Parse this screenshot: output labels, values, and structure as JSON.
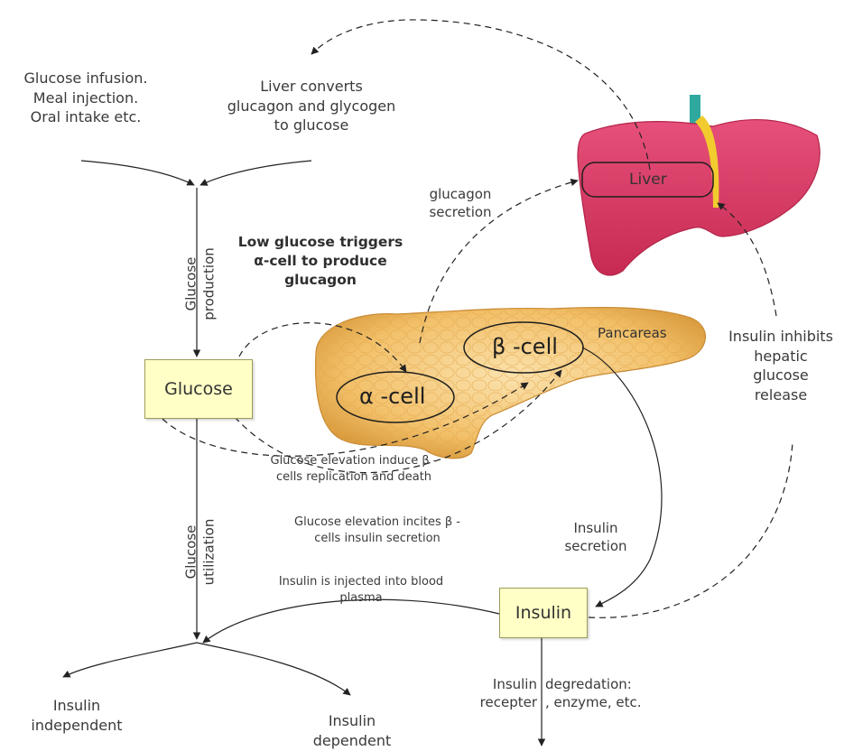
{
  "inputs": {
    "line1": "Glucose infusion.",
    "line2": "Meal injection.",
    "line3": "Oral intake etc."
  },
  "liver_converts": {
    "line1": "Liver converts",
    "line2": "glucagon and glycogen",
    "line3": "to glucose"
  },
  "liver": {
    "label": "Liver"
  },
  "glucagon_secretion": {
    "line1": "glucagon",
    "line2": "secretion"
  },
  "glucose_production": {
    "line1": "Glucose",
    "line2": "production"
  },
  "low_glucose": {
    "line1": "Low glucose triggers",
    "line2": "α-cell to produce",
    "line3": "glucagon"
  },
  "pancreas": {
    "label": "Pancareas"
  },
  "beta_cell": {
    "label": "β -cell"
  },
  "alpha_cell": {
    "label": "α -cell"
  },
  "glucose_box": {
    "label": "Glucose"
  },
  "insulin_inhibits": {
    "line1": "Insulin inhibits",
    "line2": "hepatic",
    "line3": "glucose",
    "line4": "release"
  },
  "replication": {
    "line1": "Glucose elevation induce β -",
    "line2": "cells replication and death"
  },
  "incites": {
    "line1": "Glucose elevation incites β -",
    "line2": "cells insulin secretion"
  },
  "glucose_utilization": {
    "line1": "Glucose",
    "line2": "utilization"
  },
  "insulin_secretion": {
    "line1": "Insulin",
    "line2": "secretion"
  },
  "injected": {
    "line1": "Insulin is injected into blood",
    "line2": "plasma"
  },
  "insulin_box": {
    "label": "Insulin"
  },
  "outputs": {
    "independent_line1": "Insulin",
    "independent_line2": "independent",
    "dependent_line1": "Insulin",
    "dependent_line2": "dependent"
  },
  "degradation": {
    "receptor_line1": "Insulin",
    "receptor_line2": "recepter",
    "enzyme_line1": "degredation:",
    "enzyme_line2": ", enzyme, etc."
  },
  "colors": {
    "liver": "#d8355f",
    "pancreas": "#f2c069",
    "box_fill": "#ffffc6",
    "vessel_teal": "#2fa8a0",
    "vessel_yellow": "#f2cc2e"
  }
}
